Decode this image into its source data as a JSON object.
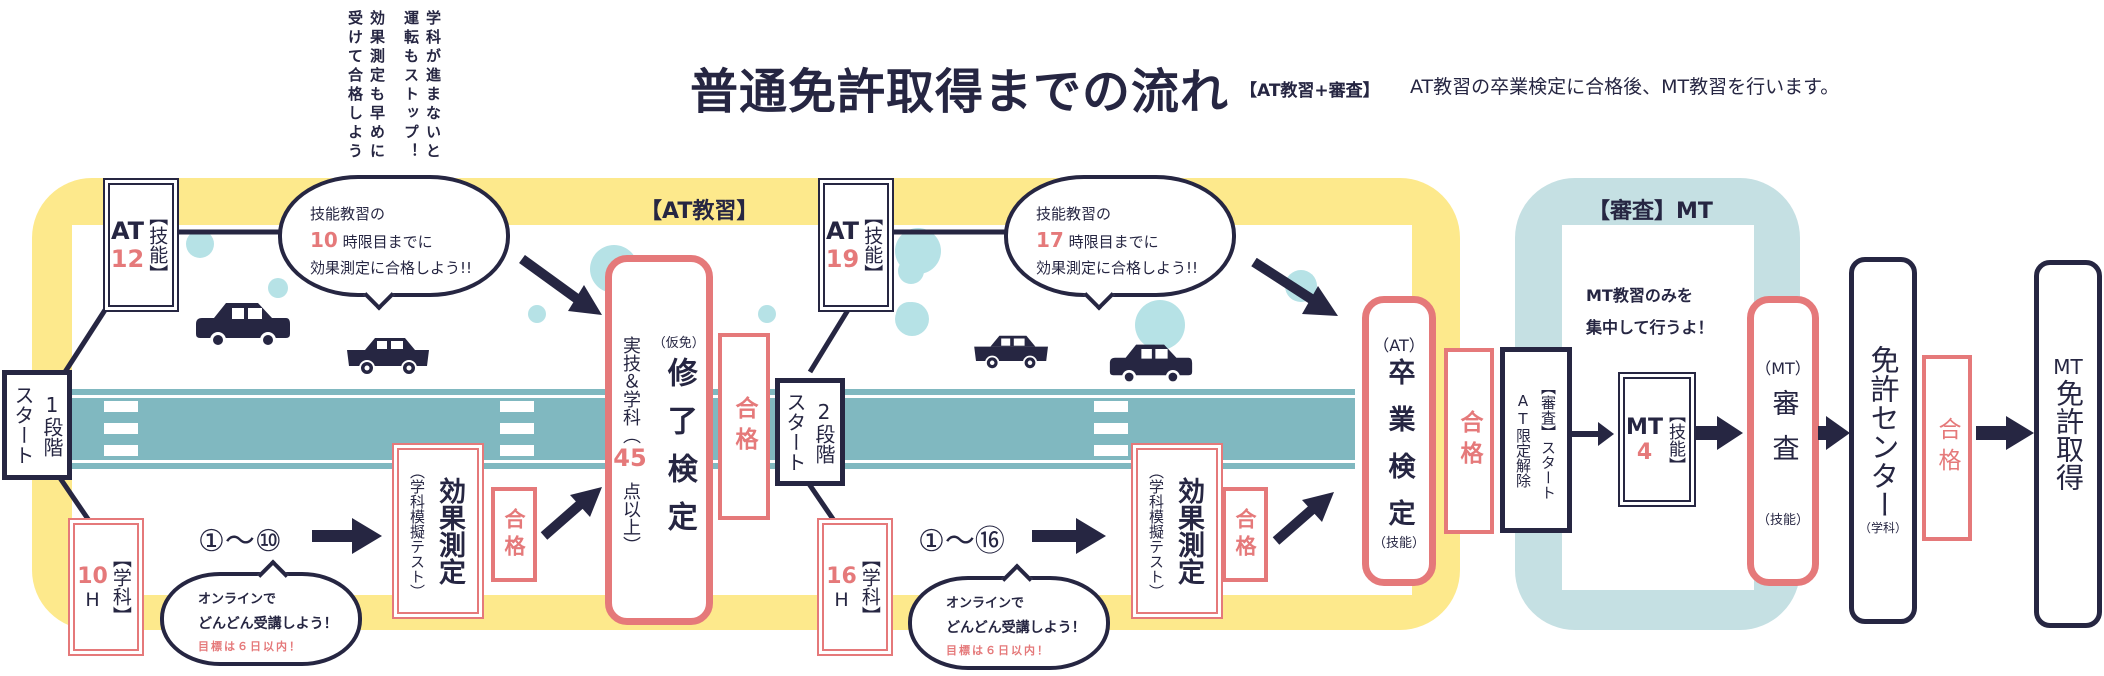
{
  "header": {
    "title": "普通免許取得までの流れ",
    "subtitle_tag": "【AT教習+審査】",
    "description": "AT教習の卒業検定に合格後、MT教習を行います。"
  },
  "top_notes": {
    "note1": "効果測定も早めに受けて合格しよう",
    "note2": "学科が進まないと運転もストップ！"
  },
  "colors": {
    "navy": "#262642",
    "pink": "#e5797a",
    "yellow": "#fde98c",
    "road": "#80b8c0",
    "light_blue": "#c5e0e3",
    "dot": "#b6e2e6"
  },
  "at_section": {
    "label": "【AT教習】",
    "stage1": {
      "start_label": "1段階",
      "start_sub": "スタート",
      "skill_box": {
        "bracket": "【技能】",
        "type": "AT",
        "count": "12"
      },
      "lecture_box": {
        "bracket": "【学科】",
        "count": "10",
        "unit": "H"
      },
      "bubble_skill": {
        "line1": "技能教習の",
        "number": "10",
        "line2": "時限目までに",
        "line3": "効果測定に合格しよう!!"
      },
      "range": "①〜⑩",
      "bubble_online": {
        "line1": "オンラインで",
        "line2": "どんどん受講しよう！",
        "line3": "目標は６日以内！"
      },
      "mock_test": {
        "title": "効果測定",
        "sub": "（学科模擬テスト）"
      },
      "pass": "合格",
      "exam": {
        "prefix": "（仮免）",
        "title": "修了検定",
        "detail_a": "実技＆学科（",
        "score": "45",
        "detail_b": "点以上）"
      },
      "exam_pass": "合格"
    },
    "stage2": {
      "start_label": "2段階",
      "start_sub": "スタート",
      "skill_box": {
        "bracket": "【技能】",
        "type": "AT",
        "count": "19"
      },
      "lecture_box": {
        "bracket": "【学科】",
        "count": "16",
        "unit": "H"
      },
      "bubble_skill": {
        "line1": "技能教習の",
        "number": "17",
        "line2": "時限目までに",
        "line3": "効果測定に合格しよう!!"
      },
      "range": "①〜⑯",
      "bubble_online": {
        "line1": "オンラインで",
        "line2": "どんどん受講しよう！",
        "line3": "目標は６日以内！"
      },
      "mock_test": {
        "title": "効果測定",
        "sub": "（学科模擬テスト）"
      },
      "pass": "合格",
      "exam": {
        "prefix": "（AT）",
        "title": "卒業検定",
        "suffix": "（技能）"
      },
      "exam_pass": "合格"
    }
  },
  "mt_section": {
    "label": "【審査】MT",
    "start_box": {
      "line1": "【審査】スタート",
      "line2": "AT限定解除"
    },
    "note": {
      "line1": "MT教習のみを",
      "line2": "集中して行うよ！"
    },
    "skill_box": {
      "bracket": "【技能】",
      "type": "MT",
      "count": "4"
    },
    "exam": {
      "prefix": "（MT）",
      "title": "審査",
      "suffix": "（技能）"
    }
  },
  "final": {
    "center": {
      "title": "免許センター",
      "suffix": "（学科）"
    },
    "pass": "合格",
    "license": {
      "prefix": "MT",
      "title": "免許取得"
    }
  }
}
